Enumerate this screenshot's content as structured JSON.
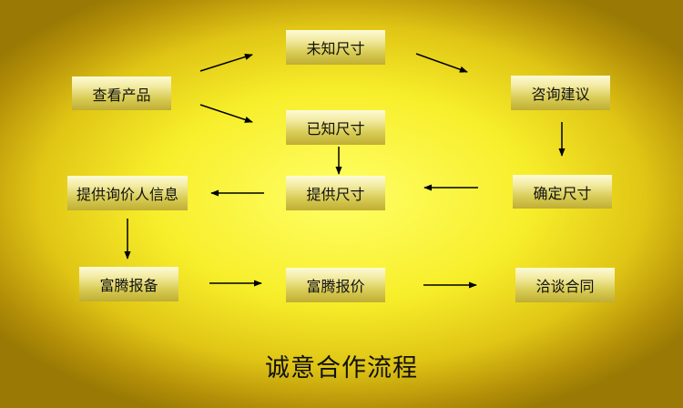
{
  "nodes": {
    "view_products": "查看产品",
    "unknown_size": "未知尺寸",
    "known_size": "已知尺寸",
    "consult_advice": "咨询建议",
    "confirm_size": "确定尺寸",
    "provide_size": "提供尺寸",
    "provide_inquirer_info": "提供询价人信息",
    "futeng_filing": "富腾报备",
    "futeng_quote": "富腾报价",
    "negotiate_contract": "洽谈合同"
  },
  "footer_title": "诚意合作流程",
  "colors": {
    "background_center": "#ffff66",
    "background_edge": "#9a7a04",
    "box_top": "#fdfbd6",
    "box_bottom": "#bfae33",
    "arrow": "#000000"
  }
}
